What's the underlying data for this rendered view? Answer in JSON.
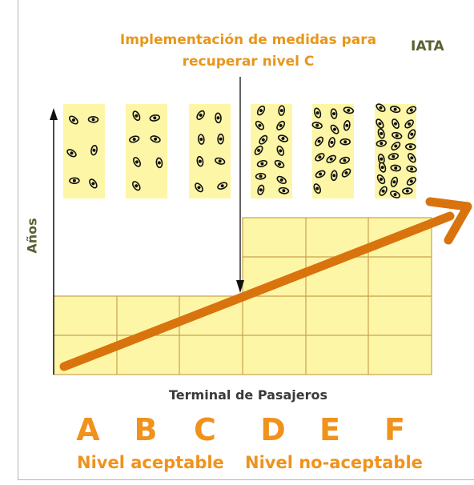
{
  "title_line1": "Implementación de medidas para",
  "title_line2": "recuperar nivel C",
  "source": "IATA",
  "y_axis_label": "Años",
  "x_axis_label": "Terminal de Pasajeros",
  "levels": [
    "A",
    "B",
    "C",
    "D",
    "E",
    "F"
  ],
  "acceptable_label": "Nivel aceptable",
  "not_acceptable_label": "Nivel no-aceptable",
  "colors": {
    "cell_fill": "#fdf6a6",
    "grid_line": "#c9a24f",
    "accent_orange": "#d9730d",
    "text_orange": "#f0921c",
    "dark_olive": "#5a6033"
  },
  "crowd_density_per_level": [
    6,
    7,
    8,
    14,
    16,
    24
  ]
}
